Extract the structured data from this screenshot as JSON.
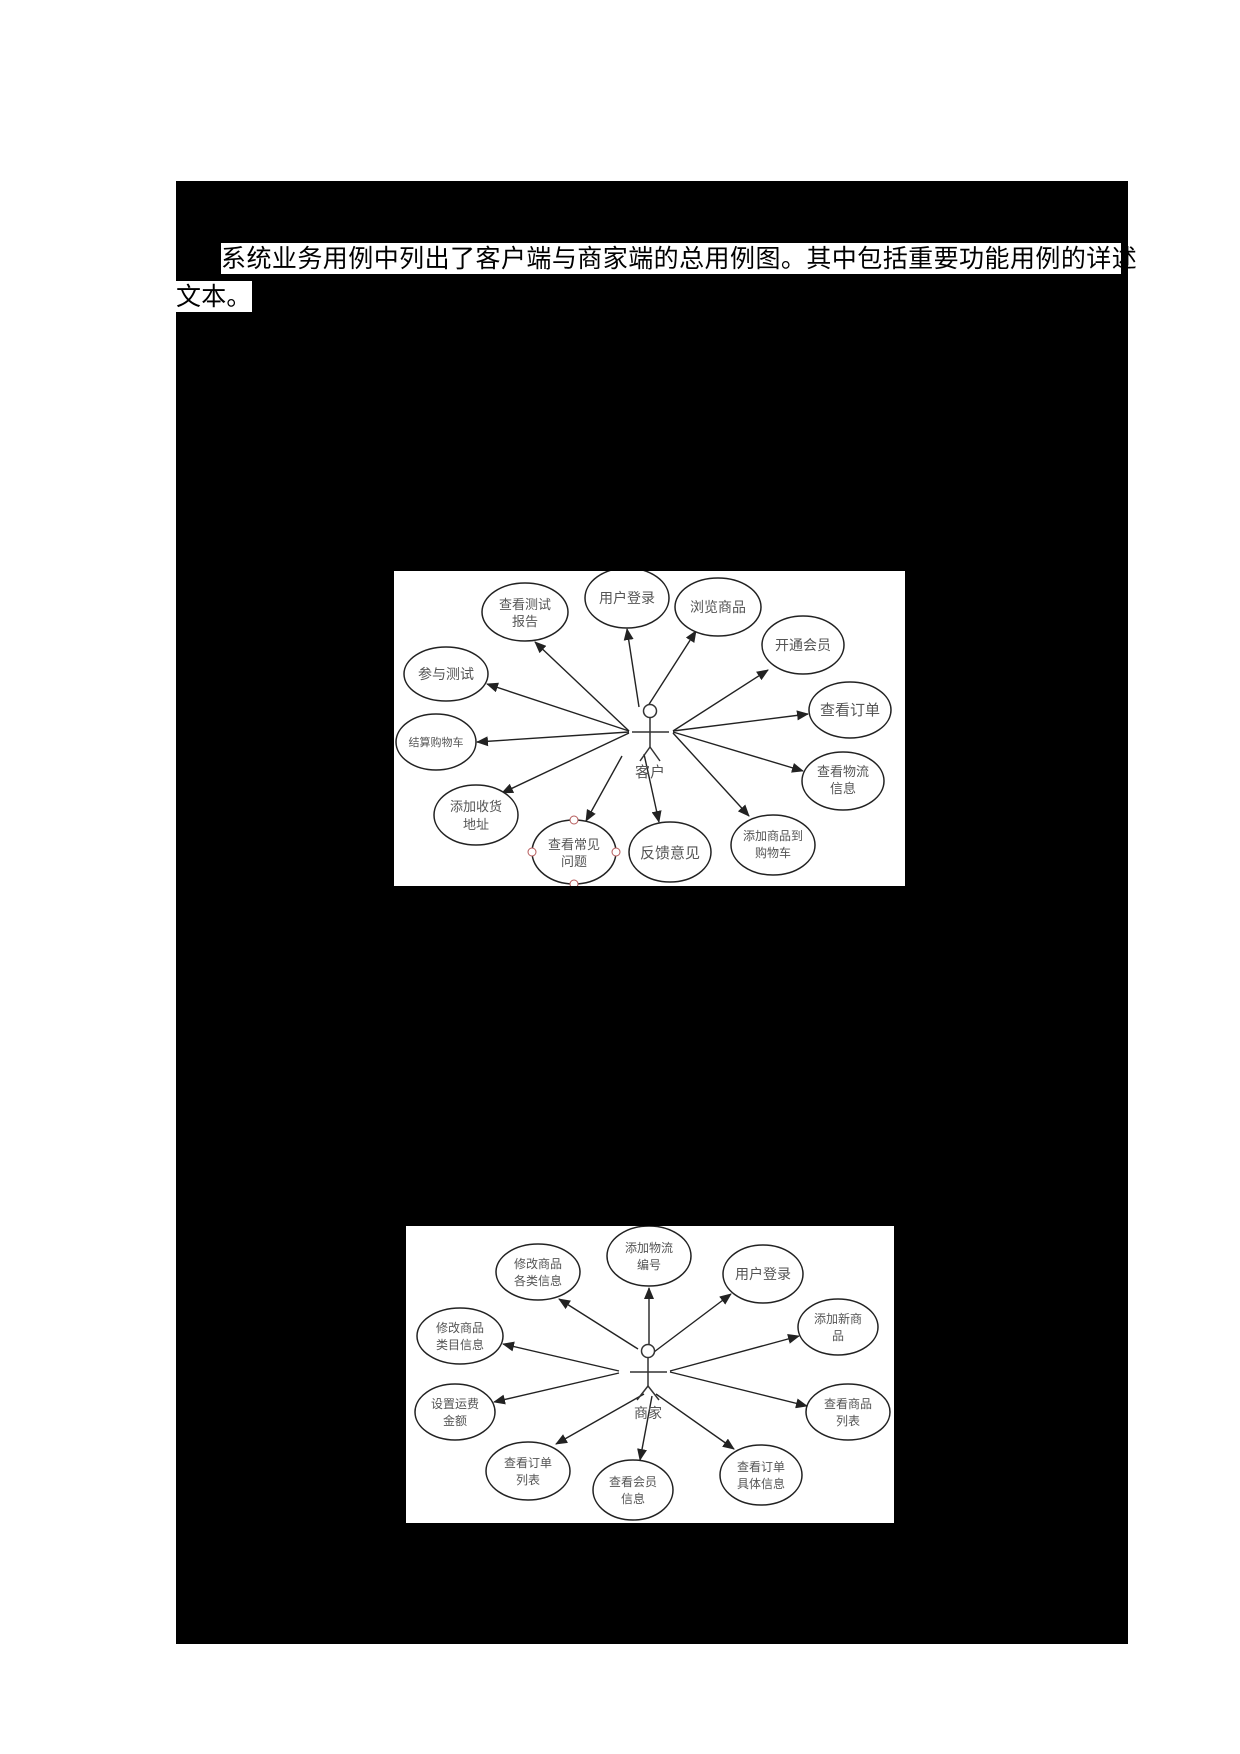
{
  "document": {
    "paragraph": {
      "line1": "系统业务用例中列出了客户端与商家端的总用例图。其中包括重要功能用例的详述",
      "line2": "文本。"
    }
  },
  "figures": [
    {
      "name": "customer-use-case-diagram",
      "actor": {
        "label": "客户"
      },
      "use_cases": [
        {
          "id": "view-test-report",
          "lines": [
            "查看测试",
            "报告"
          ]
        },
        {
          "id": "user-login",
          "lines": [
            "用户登录"
          ]
        },
        {
          "id": "browse-products",
          "lines": [
            "浏览商品"
          ]
        },
        {
          "id": "open-membership",
          "lines": [
            "开通会员"
          ]
        },
        {
          "id": "view-orders",
          "lines": [
            "查看订单"
          ]
        },
        {
          "id": "view-logistics",
          "lines": [
            "查看物流",
            "信息"
          ]
        },
        {
          "id": "add-to-cart",
          "lines": [
            "添加商品到",
            "购物车"
          ]
        },
        {
          "id": "feedback",
          "lines": [
            "反馈意见"
          ]
        },
        {
          "id": "view-faq",
          "lines": [
            "查看常见",
            "问题"
          ]
        },
        {
          "id": "add-address",
          "lines": [
            "添加收货",
            "地址"
          ]
        },
        {
          "id": "checkout-cart",
          "lines": [
            "结算购物车"
          ]
        },
        {
          "id": "take-test",
          "lines": [
            "参与测试"
          ]
        }
      ]
    },
    {
      "name": "merchant-use-case-diagram",
      "actor": {
        "label": "商家"
      },
      "use_cases": [
        {
          "id": "edit-product-info",
          "lines": [
            "修改商品",
            "各类信息"
          ]
        },
        {
          "id": "add-tracking-number",
          "lines": [
            "添加物流",
            "编号"
          ]
        },
        {
          "id": "user-login",
          "lines": [
            "用户登录"
          ]
        },
        {
          "id": "add-new-product",
          "lines": [
            "添加新商",
            "品"
          ]
        },
        {
          "id": "view-product-list",
          "lines": [
            "查看商品",
            "列表"
          ]
        },
        {
          "id": "view-order-detail",
          "lines": [
            "查看订单",
            "具体信息"
          ]
        },
        {
          "id": "view-member-info",
          "lines": [
            "查看会员",
            "信息"
          ]
        },
        {
          "id": "view-order-list",
          "lines": [
            "查看订单",
            "列表"
          ]
        },
        {
          "id": "set-shipping-fee",
          "lines": [
            "设置运费",
            "金额"
          ]
        },
        {
          "id": "edit-product-category",
          "lines": [
            "修改商品",
            "类目信息"
          ]
        }
      ]
    }
  ],
  "colors": {
    "redaction": "#000000",
    "page": "#ffffff",
    "diagram_stroke": "#222222",
    "diagram_text": "#555555",
    "selection_handle": "#b55a5a"
  }
}
